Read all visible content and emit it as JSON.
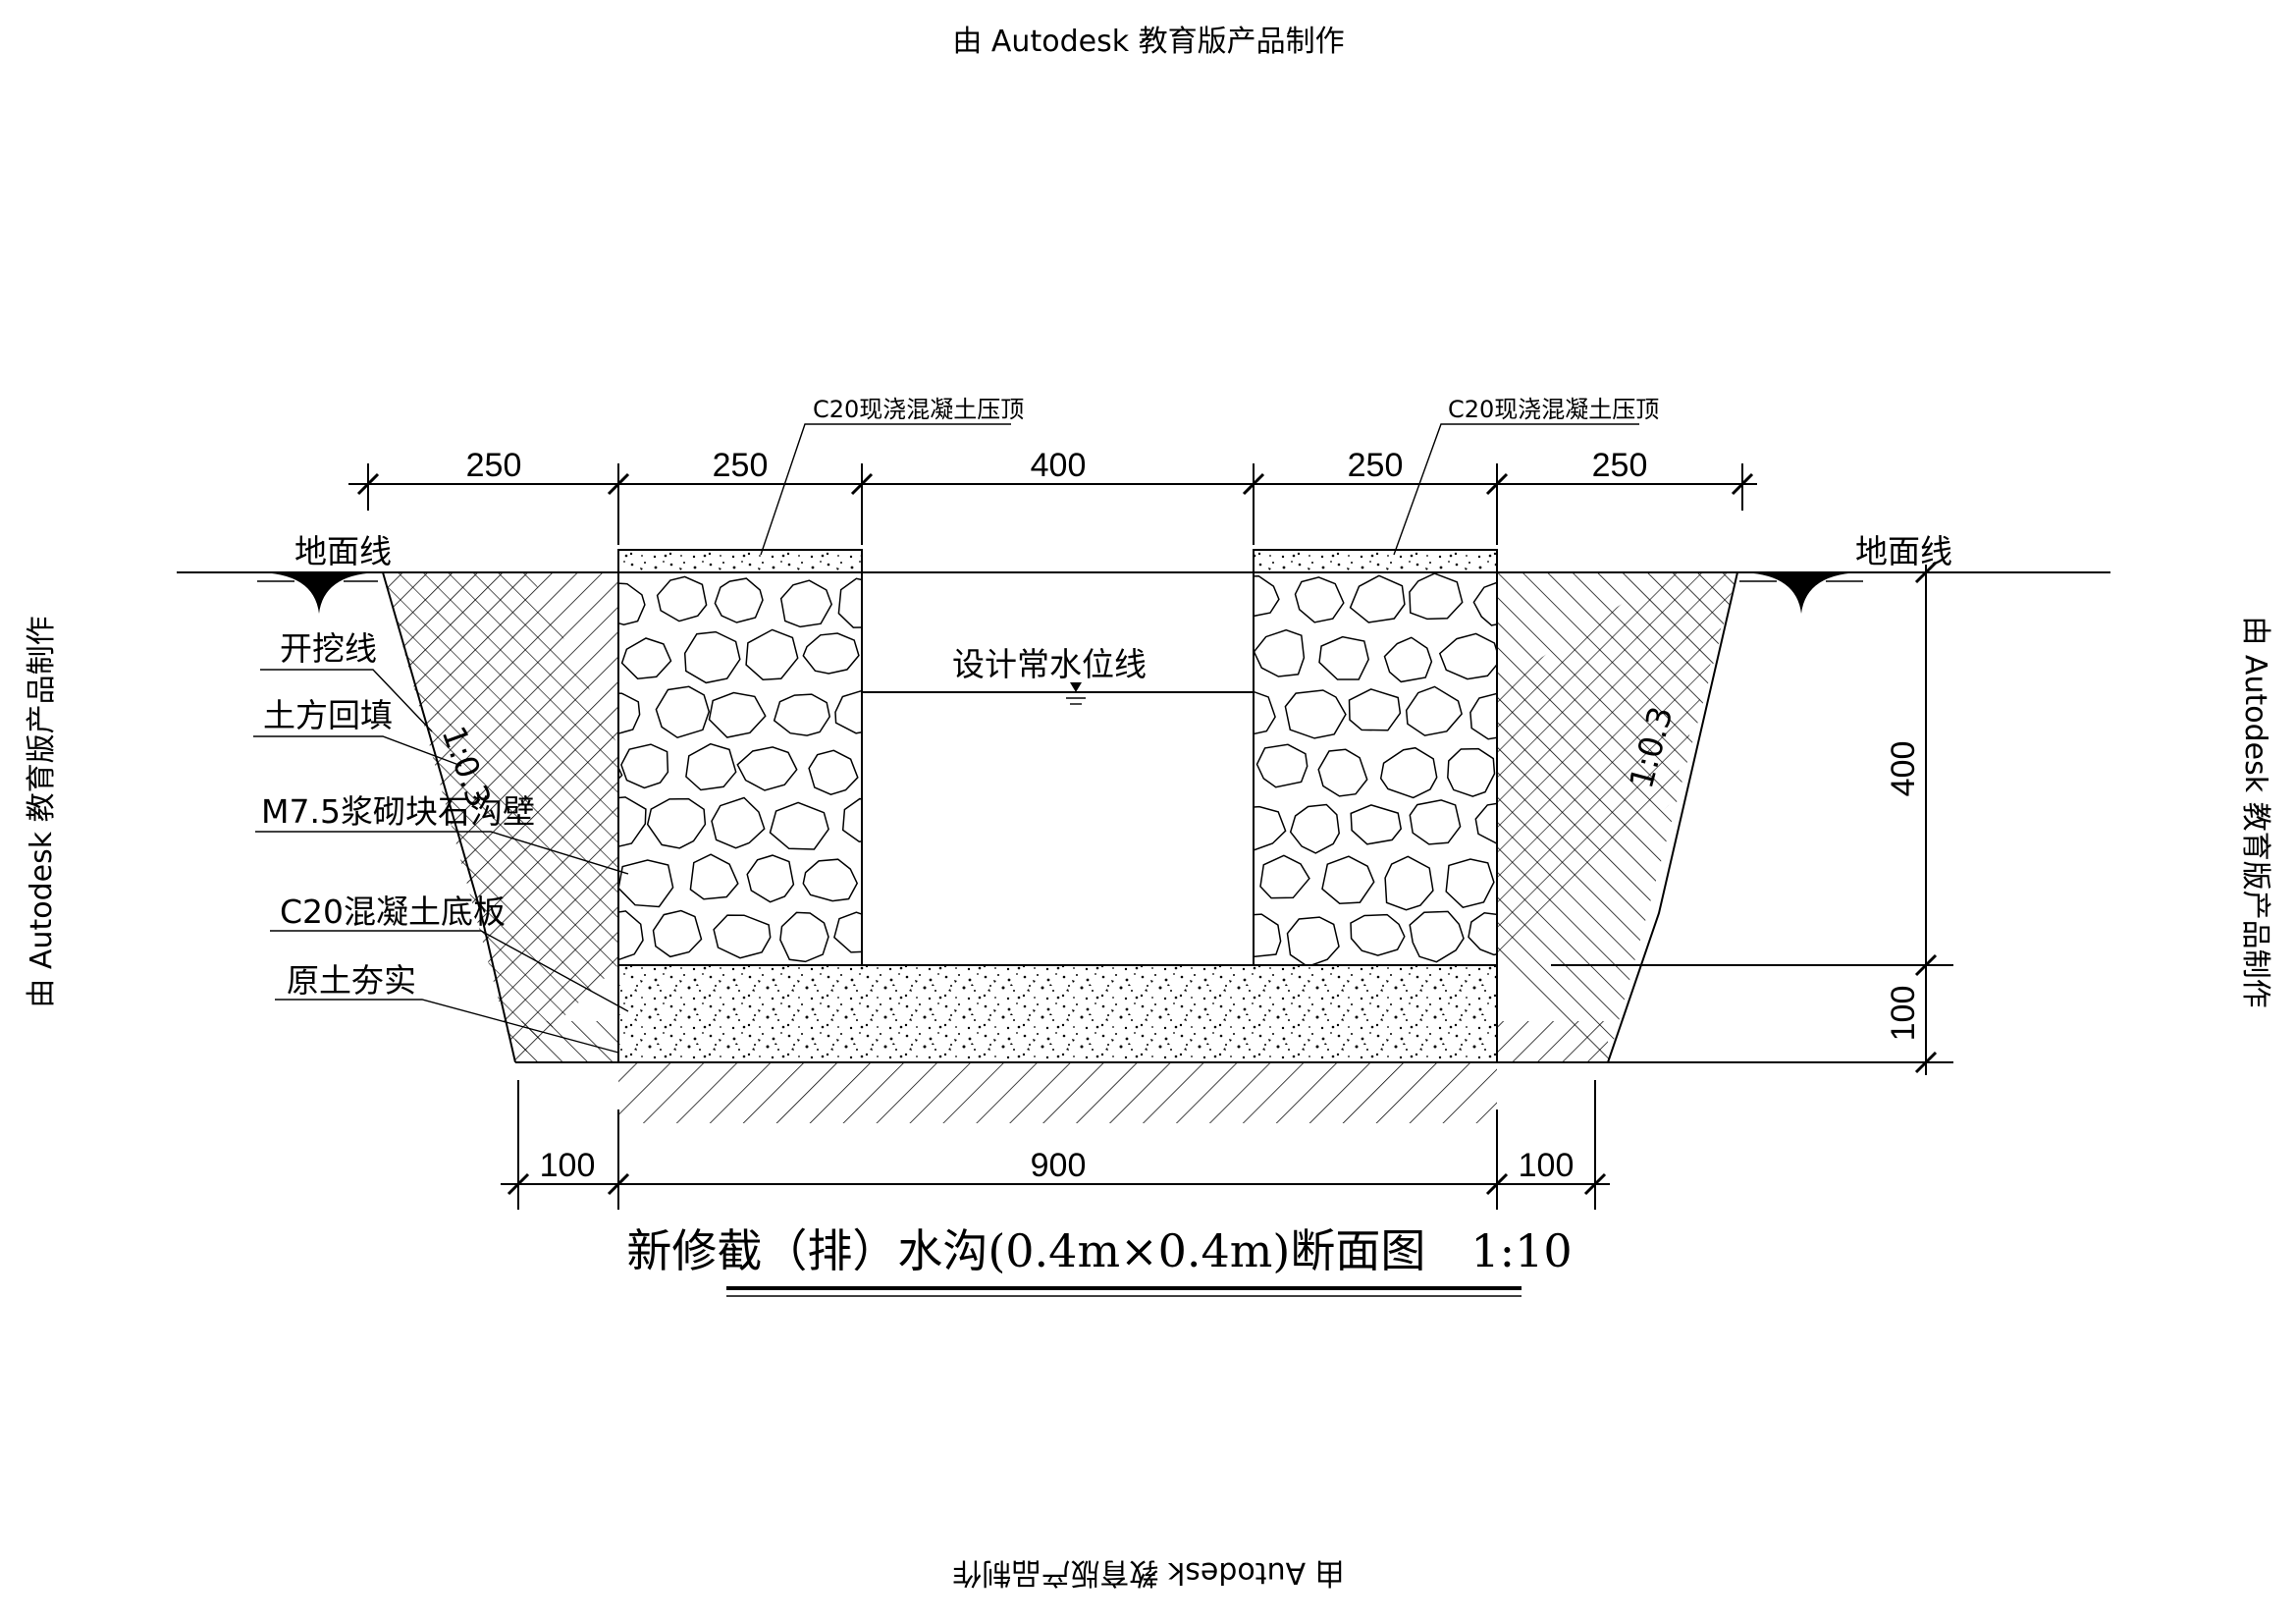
{
  "watermarks": {
    "top": "由 Autodesk 教育版产品制作",
    "bottom": "由 Autodesk 教育版产品制作",
    "left": "由 Autodesk 教育版产品制作",
    "right": "由 Autodesk 教育版产品制作"
  },
  "dimensions": {
    "top": [
      "250",
      "250",
      "400",
      "250",
      "250"
    ],
    "bottom": [
      "100",
      "900",
      "100"
    ],
    "right_height_upper": "400",
    "right_height_lower": "100"
  },
  "labels": {
    "cap_left": "C20现浇混凝土压顶",
    "cap_right": "C20现浇混凝土压顶",
    "ground_left": "地面线",
    "ground_right": "地面线",
    "water_level": "设计常水位线",
    "excavation": "开挖线",
    "backfill": "土方回填",
    "wall": "M7.5浆砌块石沟壁",
    "base": "C20混凝土底板",
    "compaction": "原土夯实",
    "slope_left": "1:0.3",
    "slope_right": "1:0.3"
  },
  "title": "新修截（排）水沟(0.4m×0.4m)断面图　1:10"
}
